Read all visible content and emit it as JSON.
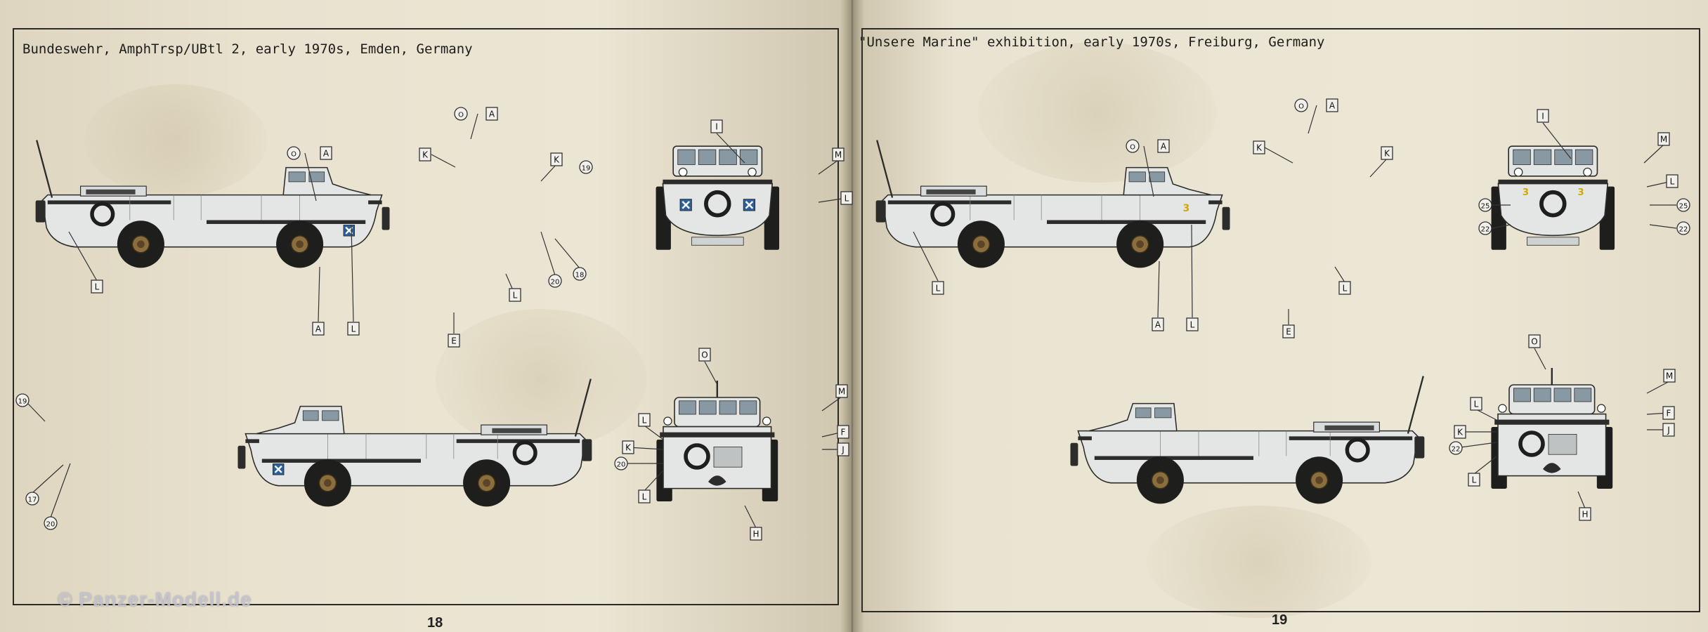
{
  "left_page": {
    "caption": "Bundeswehr, AmphTrsp/UBtl 2, early 1970s, Emden, Germany",
    "page_number": "18",
    "watermark": "© Panzer-Modell.de",
    "views": {
      "side_right": {
        "labels": [
          "O",
          "A",
          "O",
          "A",
          "K",
          "K",
          "19",
          "L",
          "A",
          "L",
          "E",
          "L",
          "20",
          "18"
        ]
      },
      "front": {
        "labels": [
          "I",
          "M",
          "L"
        ]
      },
      "side_left": {
        "labels": [
          "19",
          "17",
          "20"
        ]
      },
      "rear": {
        "labels": [
          "O",
          "M",
          "L",
          "F",
          "K",
          "J",
          "20",
          "L",
          "H"
        ]
      }
    }
  },
  "right_page": {
    "caption": "\"Unsere Marine\" exhibition, early 1970s, Freiburg, Germany",
    "page_number": "19",
    "views": {
      "side_right": {
        "labels": [
          "O",
          "A",
          "O",
          "A",
          "K",
          "K",
          "L",
          "A",
          "L",
          "E",
          "L"
        ]
      },
      "front": {
        "labels": [
          "I",
          "M",
          "L",
          "25",
          "25",
          "22",
          "22"
        ]
      },
      "side_left": {
        "labels": []
      },
      "rear": {
        "labels": [
          "O",
          "M",
          "L",
          "F",
          "K",
          "J",
          "22",
          "L",
          "H"
        ]
      }
    }
  },
  "colors": {
    "vehicle": "#e4e6e6",
    "outline": "#2c2c2a",
    "tire": "#1e1e1c",
    "hub": "#8a6e3e",
    "paper": "#ebe5d3"
  }
}
